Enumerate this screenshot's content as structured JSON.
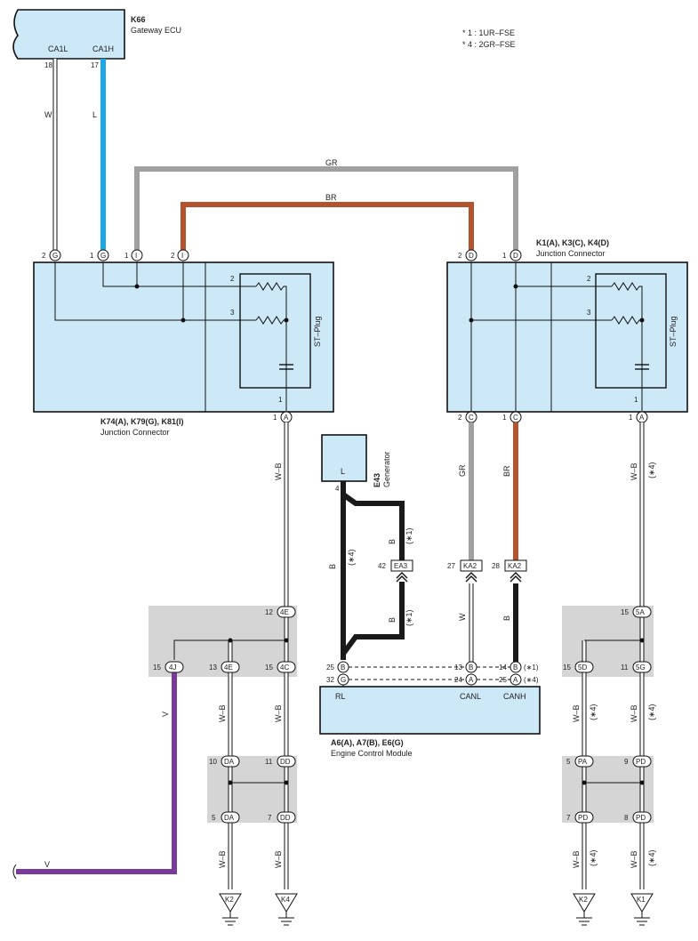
{
  "legend": {
    "items": [
      "* 1 : 1UR–FSE",
      "* 4 : 2GR–FSE"
    ]
  },
  "colors": {
    "L": "#1ea7e6",
    "GR": "#a0a0a0",
    "BR": "#b3542e",
    "B": "#1a1a1a",
    "V": "#7a3a99",
    "W": "#ffffff",
    "box_fill": "#cde9f7",
    "panel": "#d5d5d5"
  },
  "gateway": {
    "code": "K66",
    "name": "Gateway ECU",
    "pin_l": "CA1L",
    "pin_h": "CA1H",
    "pin_l_no": "18",
    "pin_h_no": "17"
  },
  "jc_left": {
    "title": "K74(A), K79(G), K81(I)",
    "subtitle": "Junction Connector",
    "stplug": "ST–Plug",
    "top_pins": [
      {
        "no": "2",
        "letter": "G"
      },
      {
        "no": "1",
        "letter": "G"
      },
      {
        "no": "1",
        "letter": "I"
      },
      {
        "no": "2",
        "letter": "I"
      }
    ],
    "res_labels": [
      "2",
      "3"
    ],
    "cap_label": "1",
    "bottom_pin": {
      "no": "1",
      "letter": "A"
    }
  },
  "jc_right": {
    "title": "K1(A), K3(C), K4(D)",
    "subtitle": "Junction Connector",
    "stplug": "ST–Plug",
    "top_pins": [
      {
        "no": "2",
        "letter": "D"
      },
      {
        "no": "1",
        "letter": "D"
      }
    ],
    "res_labels": [
      "2",
      "3"
    ],
    "cap_label": "1",
    "bottom_pins": [
      {
        "no": "2",
        "letter": "C"
      },
      {
        "no": "1",
        "letter": "C"
      },
      {
        "no": "1",
        "letter": "A"
      }
    ]
  },
  "generator": {
    "code": "E43",
    "name": "Generator",
    "pin": "L",
    "pin_no": "4"
  },
  "ecm": {
    "title": "A6(A), A7(B), E6(G)",
    "subtitle": "Engine Control Module",
    "rl": "RL",
    "canl": "CANL",
    "canh": "CANH"
  },
  "wire_labels": {
    "w": "W",
    "l": "L",
    "gr": "GR",
    "br": "BR",
    "wb": "W–B",
    "b": "B",
    "v": "V",
    "star1": "(∗1)",
    "star4": "(∗4)"
  },
  "connectors": {
    "ea3": {
      "no": "42",
      "name": "EA3"
    },
    "ka2a": {
      "no": "27",
      "name": "KA2"
    },
    "ka2b": {
      "no": "28",
      "name": "KA2"
    }
  },
  "ecm_pins": {
    "p25b": {
      "no": "25",
      "letter": "B"
    },
    "p32g": {
      "no": "32",
      "letter": "G"
    },
    "p13b": {
      "no": "13",
      "letter": "B"
    },
    "p24a": {
      "no": "24",
      "letter": "A"
    },
    "p14b": {
      "no": "14",
      "letter": "B"
    },
    "p25a": {
      "no": "25",
      "letter": "A"
    },
    "n14": "(∗1)",
    "n25": "(∗4)"
  },
  "splices": {
    "s12_4e": {
      "no": "12",
      "id": "4E"
    },
    "s15_4j": {
      "no": "15",
      "id": "4J"
    },
    "s13_4e": {
      "no": "13",
      "id": "4E"
    },
    "s15_4c": {
      "no": "15",
      "id": "4C"
    },
    "s10_da": {
      "no": "10",
      "id": "DA"
    },
    "s11_dd": {
      "no": "11",
      "id": "DD"
    },
    "s5_da": {
      "no": "5",
      "id": "DA"
    },
    "s7_dd": {
      "no": "7",
      "id": "DD"
    },
    "s15_5a": {
      "no": "15",
      "id": "5A"
    },
    "s15_5d": {
      "no": "15",
      "id": "5D"
    },
    "s11_5g": {
      "no": "11",
      "id": "5G"
    },
    "s5_pa": {
      "no": "5",
      "id": "PA"
    },
    "s9_pd": {
      "no": "9",
      "id": "PD"
    },
    "s7_pd": {
      "no": "7",
      "id": "PD"
    },
    "s8_pd": {
      "no": "8",
      "id": "PD"
    }
  },
  "grounds": [
    "K2",
    "K4",
    "K2",
    "K1"
  ]
}
